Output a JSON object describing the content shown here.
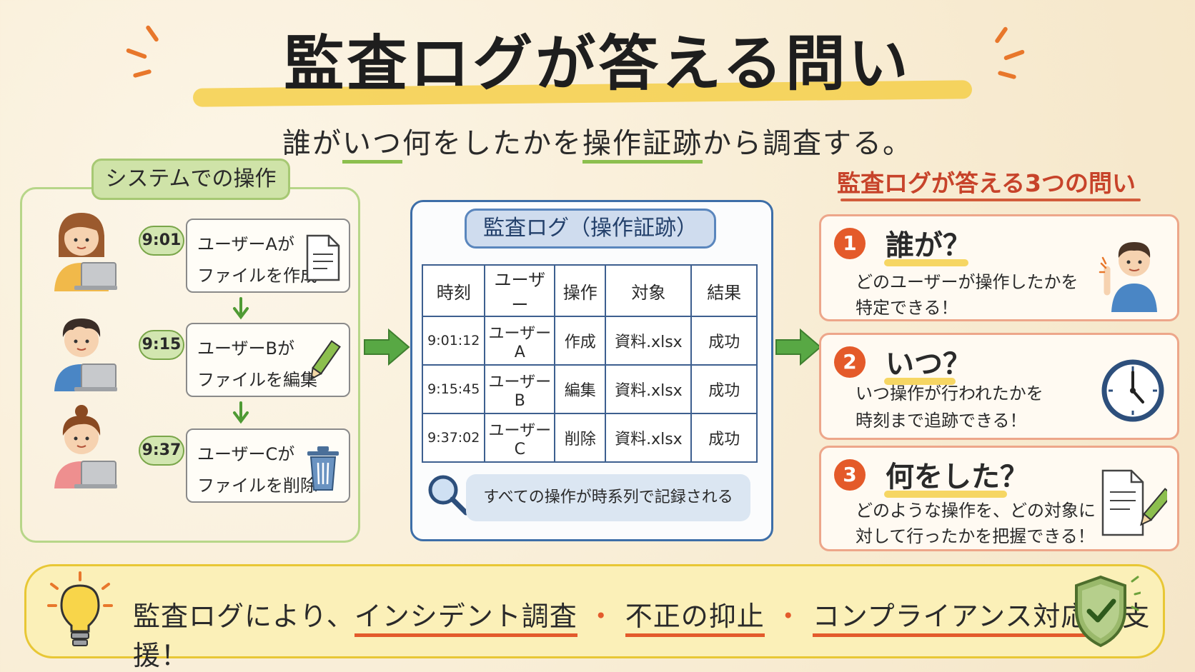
{
  "title": "監査ログが答える問い",
  "subtitle": {
    "p1": "誰が",
    "p2": "いつ",
    "p3": "何をしたか",
    "p4": "を",
    "p5": "操作証跡",
    "p6": "から調査する。"
  },
  "left": {
    "tag": "システムでの操作",
    "events": [
      {
        "time": "9:01",
        "line1": "ユーザーAが",
        "line2": "ファイルを作成",
        "icon": "document-icon"
      },
      {
        "time": "9:15",
        "line1": "ユーザーBが",
        "line2": "ファイルを編集",
        "icon": "pencil-icon"
      },
      {
        "time": "9:37",
        "line1": "ユーザーCが",
        "line2": "ファイルを削除",
        "icon": "trash-icon"
      }
    ]
  },
  "center": {
    "tag": "監査ログ（操作証跡）",
    "headers": [
      "時刻",
      "ユーザー",
      "操作",
      "対象",
      "結果"
    ],
    "rows": [
      [
        "9:01:12",
        "ユーザーA",
        "作成",
        "資料.xlsx",
        "成功"
      ],
      [
        "9:15:45",
        "ユーザーB",
        "編集",
        "資料.xlsx",
        "成功"
      ],
      [
        "9:37:02",
        "ユーザーC",
        "削除",
        "資料.xlsx",
        "成功"
      ]
    ],
    "note": "すべての操作が時系列で記録される"
  },
  "right": {
    "heading": "監査ログが答える3つの問い",
    "questions": [
      {
        "num": "1",
        "title": "誰が？",
        "desc1": "どのユーザーが操作したかを",
        "desc2": "特定できる！"
      },
      {
        "num": "2",
        "title": "いつ？",
        "desc1": "いつ操作が行われたかを",
        "desc2": "時刻まで追跡できる！"
      },
      {
        "num": "3",
        "title": "何をした？",
        "desc1": "どのような操作を、どの対象に",
        "desc2": "対して行ったかを把握できる！"
      }
    ]
  },
  "banner": {
    "t1": "監査ログにより、",
    "t2": "インシデント調査",
    "t3": "・",
    "t4": "不正の抑止",
    "t5": "・",
    "t6": "コンプライアンス対応",
    "t7": "を支援！"
  },
  "colors": {
    "accent_orange": "#e45a2a",
    "green": "#6da23c",
    "blue": "#3d6ea8",
    "yellow": "#f5cf4a"
  }
}
